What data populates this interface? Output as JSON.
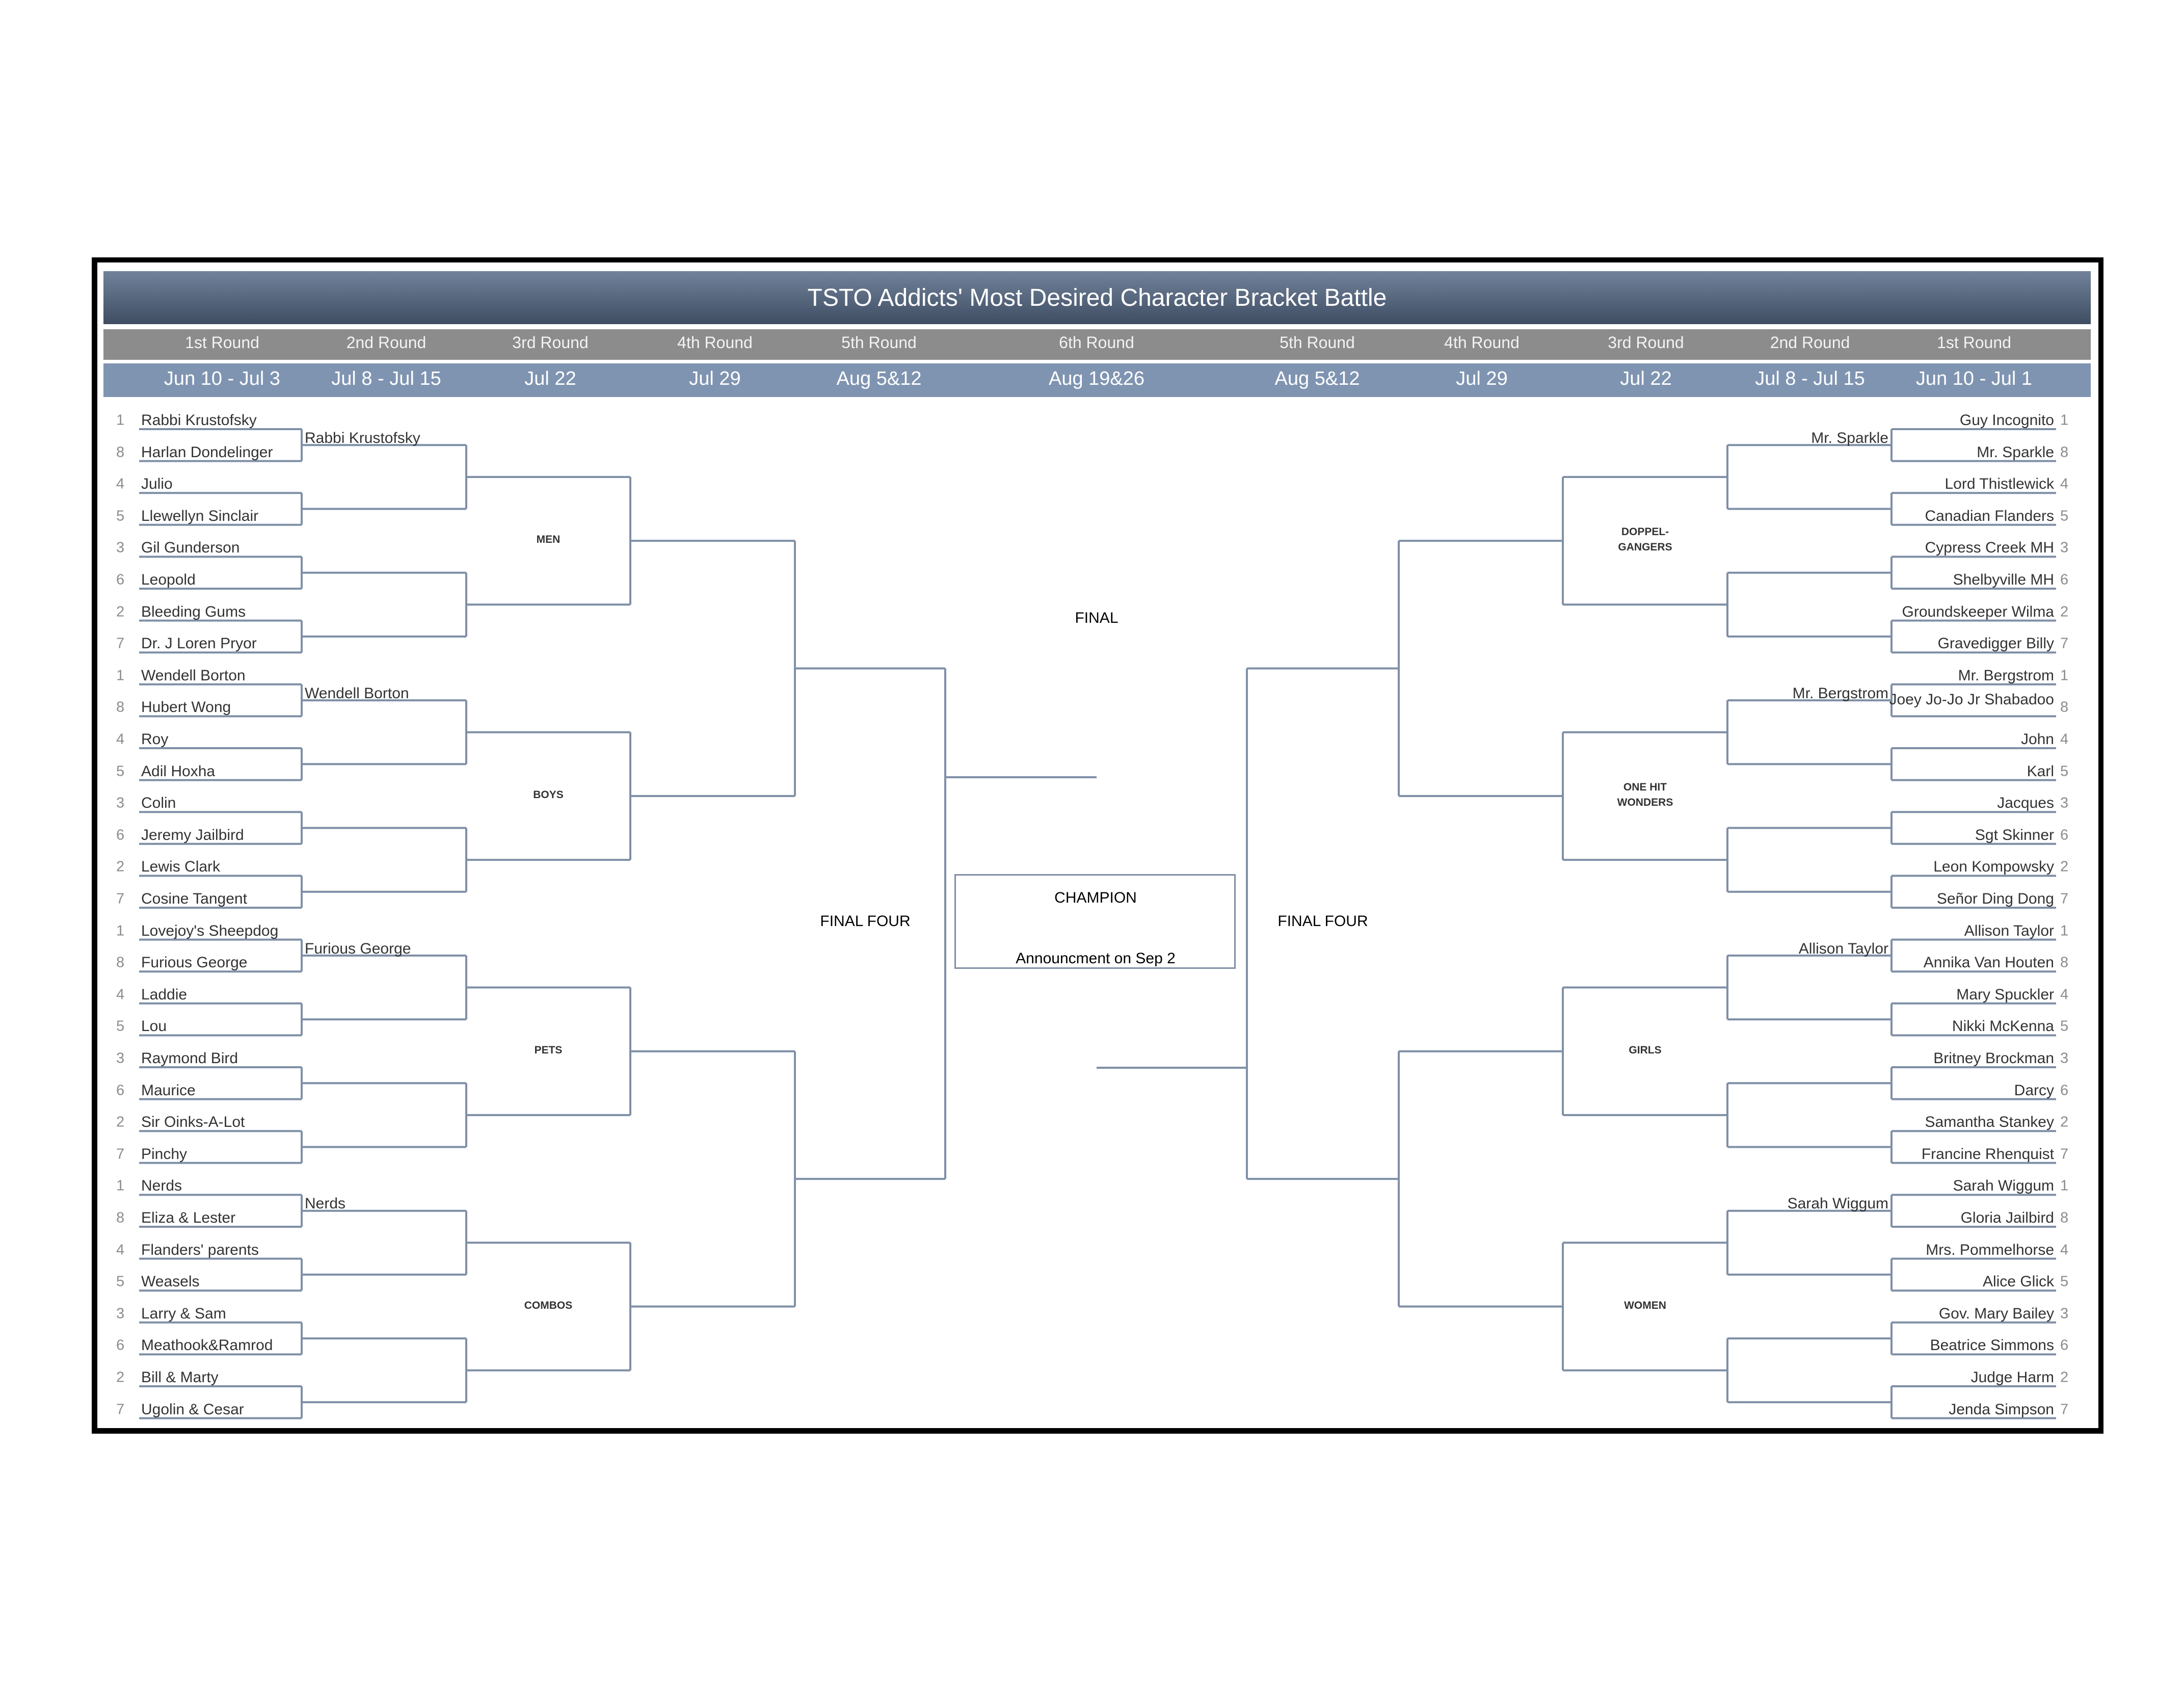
{
  "title": "TSTO Addicts' Most Desired Character Bracket Battle",
  "round_labels": [
    "1st Round",
    "2nd Round",
    "3rd Round",
    "4th Round",
    "5th Round",
    "6th Round",
    "5th Round",
    "4th Round",
    "3rd Round",
    "2nd Round",
    "1st Round"
  ],
  "date_labels": [
    "Jun 10 - Jul 3",
    "Jul 8 - Jul 15",
    "Jul 22",
    "Jul 29",
    "Aug 5&12",
    "Aug 19&26",
    "Aug 5&12",
    "Jul 29",
    "Jul 22",
    "Jul 8 - Jul 15",
    "Jun 10 - Jul 1"
  ],
  "seeds": [
    "1",
    "8",
    "4",
    "5",
    "3",
    "6",
    "2",
    "7"
  ],
  "center": {
    "final": "FINAL",
    "final_four_left": "FINAL FOUR",
    "final_four_right": "FINAL FOUR",
    "champion": "CHAMPION",
    "announcement": "Announcment on Sep 2"
  },
  "left_regions": [
    {
      "label": "MEN",
      "r2_winner": "Rabbi Krustofsky",
      "entrants": [
        "Rabbi Krustofsky",
        "Harlan Dondelinger",
        "Julio",
        "Llewellyn Sinclair",
        "Gil Gunderson",
        "Leopold",
        "Bleeding Gums",
        "Dr. J Loren Pryor"
      ]
    },
    {
      "label": "BOYS",
      "r2_winner": "Wendell Borton",
      "entrants": [
        "Wendell Borton",
        "Hubert Wong",
        "Roy",
        "Adil Hoxha",
        "Colin",
        "Jeremy Jailbird",
        "Lewis Clark",
        "Cosine Tangent"
      ]
    },
    {
      "label": "PETS",
      "r2_winner": "Furious George",
      "entrants": [
        "Lovejoy's Sheepdog",
        "Furious George",
        "Laddie",
        "Lou",
        "Raymond Bird",
        "Maurice",
        "Sir Oinks-A-Lot",
        "Pinchy"
      ]
    },
    {
      "label": "COMBOS",
      "r2_winner": "Nerds",
      "entrants": [
        "Nerds",
        "Eliza & Lester",
        "Flanders' parents",
        "Weasels",
        "Larry & Sam",
        "Meathook&Ramrod",
        "Bill & Marty",
        "Ugolin & Cesar"
      ]
    }
  ],
  "right_regions": [
    {
      "label": "DOPPEL-\nGANGERS",
      "r2_winner": "Mr. Sparkle",
      "entrants": [
        "Guy Incognito",
        "Mr. Sparkle",
        "Lord Thistlewick",
        "Canadian Flanders",
        "Cypress Creek MH",
        "Shelbyville MH",
        "Groundskeeper Wilma",
        "Gravedigger Billy"
      ]
    },
    {
      "label": "ONE HIT\nWONDERS",
      "r2_winner": "Mr. Bergstrom",
      "entrants": [
        "Mr. Bergstrom",
        "Joey Jo-Jo Jr Shabadoo",
        "John",
        "Karl",
        "Jacques",
        "Sgt Skinner",
        "Leon Kompowsky",
        "Señor Ding Dong"
      ]
    },
    {
      "label": "GIRLS",
      "r2_winner": "Allison Taylor",
      "entrants": [
        "Allison Taylor",
        "Annika Van Houten",
        "Mary Spuckler",
        "Nikki McKenna",
        "Britney Brockman",
        "Darcy",
        "Samantha Stankey",
        "Francine Rhenquist"
      ]
    },
    {
      "label": "WOMEN",
      "r2_winner": "Sarah Wiggum",
      "entrants": [
        "Sarah Wiggum",
        "Gloria Jailbird",
        "Mrs. Pommelhorse",
        "Alice Glick",
        "Gov. Mary Bailey",
        "Beatrice Simmons",
        "Judge Harm",
        "Jenda Simpson"
      ]
    }
  ]
}
